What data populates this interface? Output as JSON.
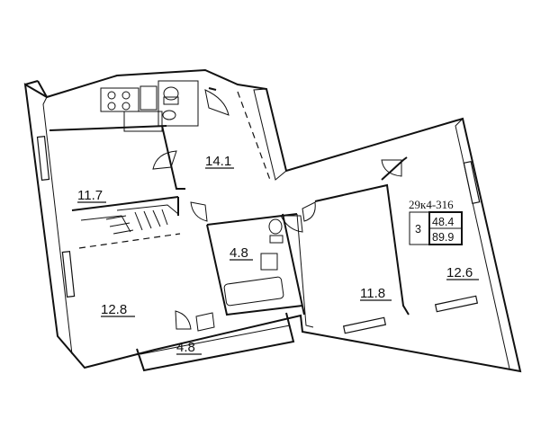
{
  "plan": {
    "code": "29к4-316",
    "rooms_count": "3",
    "living_area": "48.4",
    "total_area": "89.9"
  },
  "rooms": [
    {
      "id": "kitchen",
      "area": "11.7"
    },
    {
      "id": "hall",
      "area": "14.1"
    },
    {
      "id": "bathroom",
      "area": "4.8"
    },
    {
      "id": "bedroom-left",
      "area": "12.8"
    },
    {
      "id": "loggia",
      "area": "4.8"
    },
    {
      "id": "bedroom-middle",
      "area": "11.8"
    },
    {
      "id": "bedroom-right",
      "area": "12.6"
    }
  ]
}
